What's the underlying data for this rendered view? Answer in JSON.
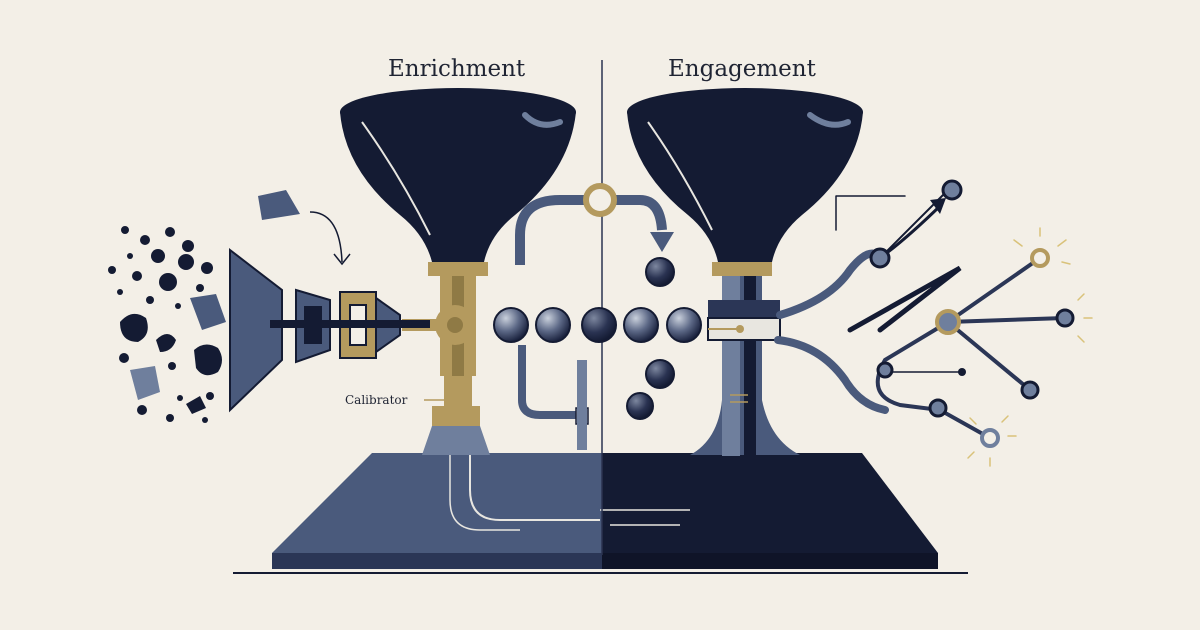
{
  "labels": {
    "left_title": "Enrichment",
    "right_title": "Engagement",
    "calibrator": "Calibrator"
  },
  "colors": {
    "background": "#f3efe7",
    "navy": "#141b33",
    "slate": "#4a5a7c",
    "slate_light": "#6f7f9d",
    "brass": "#b49a5e",
    "ink": "#1f2433",
    "glow": "#d9c27a"
  }
}
